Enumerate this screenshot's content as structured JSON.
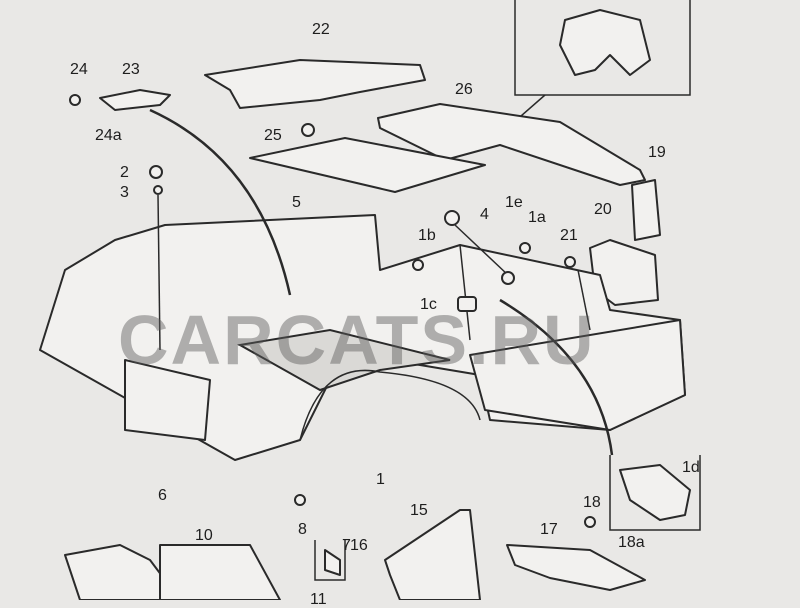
{
  "diagram": {
    "watermark": "CARCATS.RU",
    "callouts": [
      "22",
      "24",
      "23",
      "24a",
      "25",
      "26",
      "2",
      "3",
      "5",
      "4",
      "1e",
      "1a",
      "1b",
      "19",
      "20",
      "21",
      "1c",
      "1d",
      "1",
      "6",
      "8",
      "15",
      "16",
      "7",
      "17",
      "18",
      "18a",
      "10",
      "11"
    ]
  }
}
